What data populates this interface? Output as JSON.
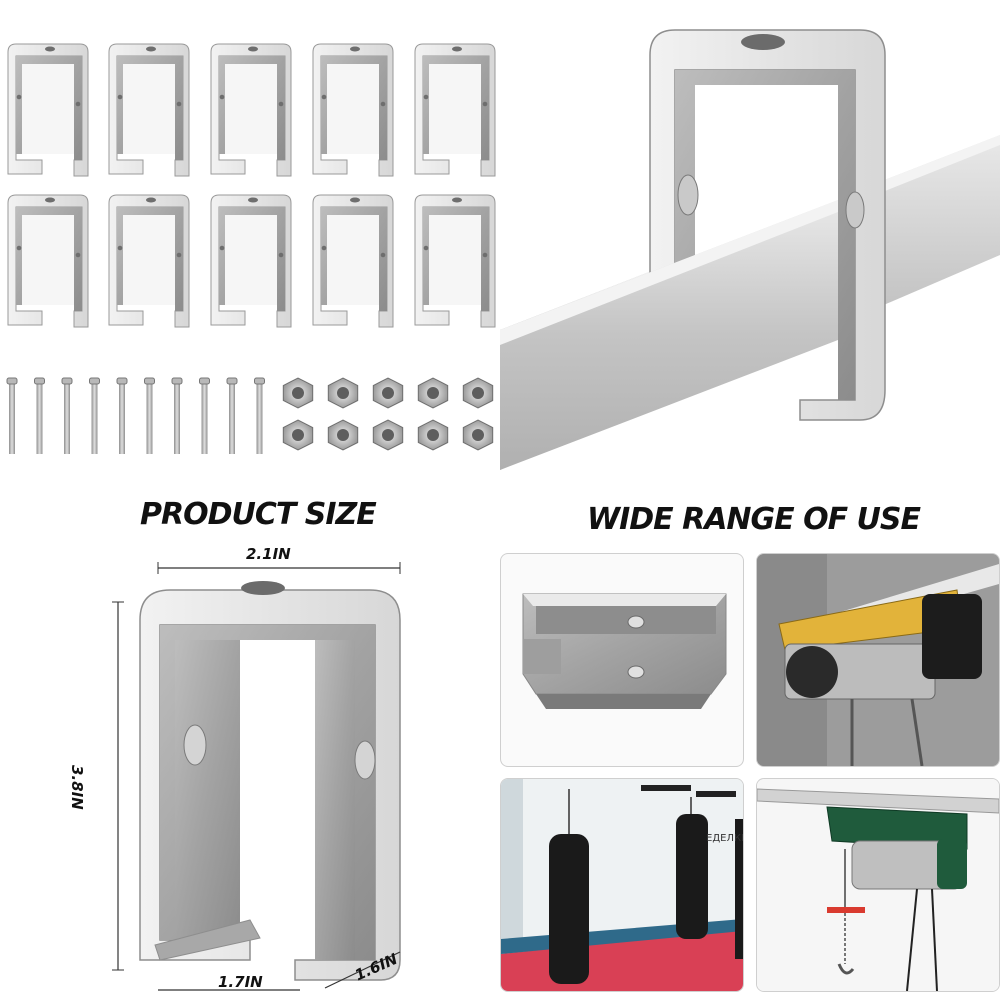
{
  "product": {
    "bracket_count": 10,
    "bolt_count": 10,
    "nut_count": 10
  },
  "size_section": {
    "title": "PRODUCT SIZE",
    "width_label": "2.1IN",
    "height_label": "3.8IN",
    "inner_width_label": "1.7IN",
    "depth_label": "1.6IN"
  },
  "use_section": {
    "title": "WIDE RANGE OF USE",
    "sign_text": "ЕДЕЛКИ"
  },
  "colors": {
    "metal_light": "#e6e6e6",
    "metal_dark": "#8e8e8e",
    "hoist_yellow": "#e2b33a",
    "hoist_green": "#1f5b3c",
    "mat_red": "#d94055",
    "bag_black": "#1a1a1a"
  }
}
